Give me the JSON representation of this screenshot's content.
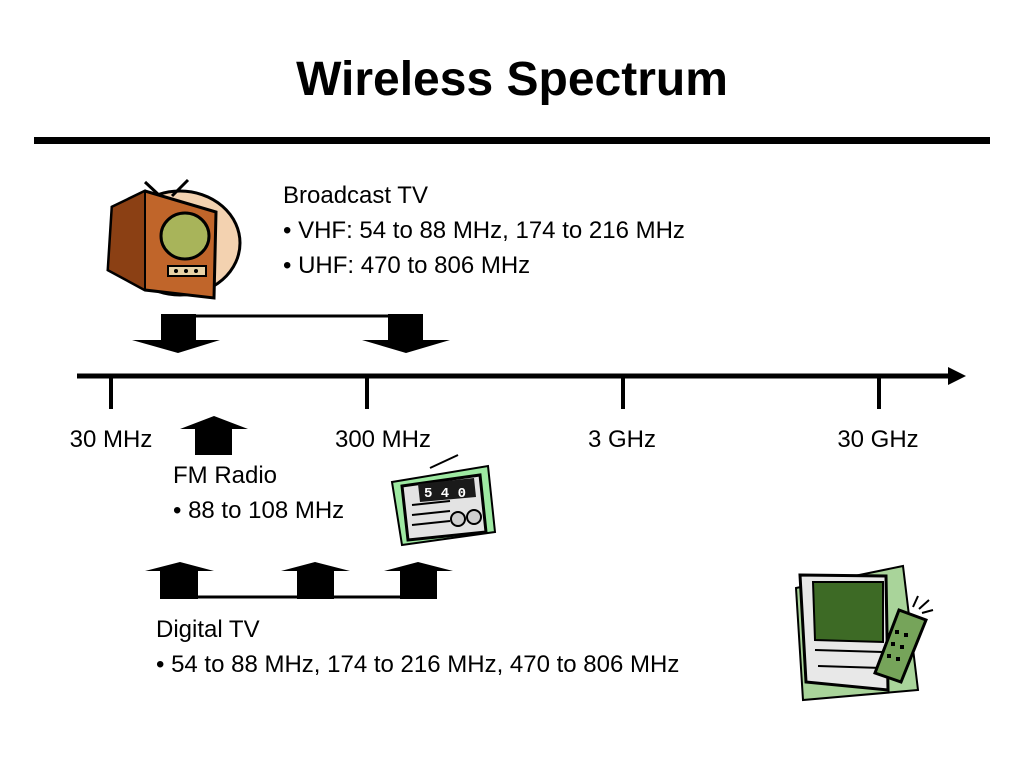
{
  "slide": {
    "title": "Wireless Spectrum"
  },
  "axis": {
    "ticks": [
      "30 MHz",
      "300 MHz",
      "3 GHz",
      "30 GHz"
    ]
  },
  "broadcast_tv": {
    "heading": "Broadcast TV",
    "lines": [
      "• VHF: 54 to 88 MHz, 174 to 216 MHz",
      "• UHF: 470 to 806 MHz"
    ]
  },
  "fm_radio": {
    "heading": "FM Radio",
    "lines": [
      "• 88 to 108 MHz"
    ],
    "display_text": "5 4 0"
  },
  "digital_tv": {
    "heading": "Digital TV",
    "lines": [
      "• 54 to 88 MHz, 174 to 216 MHz, 470 to 806 MHz"
    ]
  },
  "colors": {
    "tv_cabinet": "#c0652a",
    "tv_screen": "#a8b45a",
    "tv_backdrop": "#f3d2b0",
    "radio_backdrop": "#9ee9a2",
    "digital_screen": "#3d6a25",
    "digital_backdrop": "#a9d49a",
    "remote": "#76a45a"
  }
}
